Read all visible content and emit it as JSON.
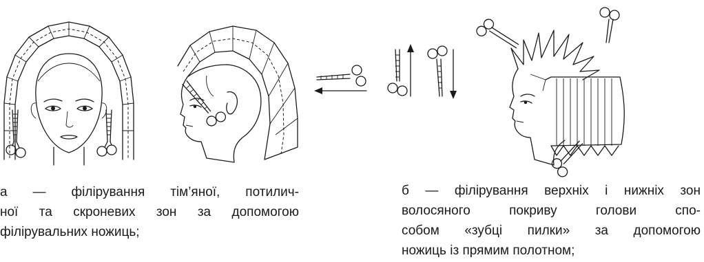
{
  "captions": {
    "a": {
      "lines": [
        "а — філірування тім’яної, потилич-",
        "ної та скроневих зон за допомогою",
        "філірувальних ножиць;"
      ]
    },
    "b": {
      "lines": [
        "б — філірування верхніх і нижніх зон",
        "волосяного покриву голови спо-",
        "собом «зубці пилки» за допомогою",
        "ножиць із прямим полотном;"
      ]
    }
  },
  "illustrations": [
    "front-head-hair-sections",
    "side-head-hair-sections",
    "scissors-direction-arrows",
    "head-sawtooth-cut"
  ]
}
